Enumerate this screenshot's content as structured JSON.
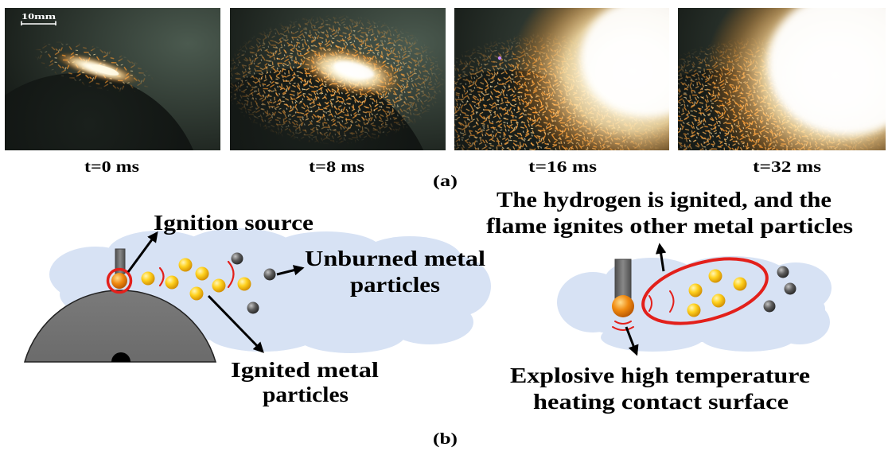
{
  "panel_a": {
    "label": "(a)",
    "scale_bar": "10mm",
    "frames": [
      {
        "time": "t=0 ms"
      },
      {
        "time": "t=8 ms"
      },
      {
        "time": "t=16 ms"
      },
      {
        "time": "t=32 ms"
      }
    ]
  },
  "panel_b": {
    "label": "(b)",
    "left_scheme": {
      "ignition_source": "Ignition source",
      "unburned": [
        "Unburned metal",
        "particles"
      ],
      "ignited": [
        "Ignited metal",
        "particles"
      ]
    },
    "right_scheme": {
      "hydrogen_ignited": [
        "The hydrogen is ignited, and the",
        "flame ignites other metal particles"
      ],
      "explosive": [
        "Explosive high temperature",
        "heating contact surface"
      ]
    }
  },
  "colors": {
    "cloud": "#d7e2f4",
    "highlight_ring": "#e3201b",
    "ignited_particle": "#ffd21f",
    "unburned_particle": "#5c5c5c",
    "ignition_sphere": "#f08a10",
    "disk": "#6b6b6b"
  }
}
